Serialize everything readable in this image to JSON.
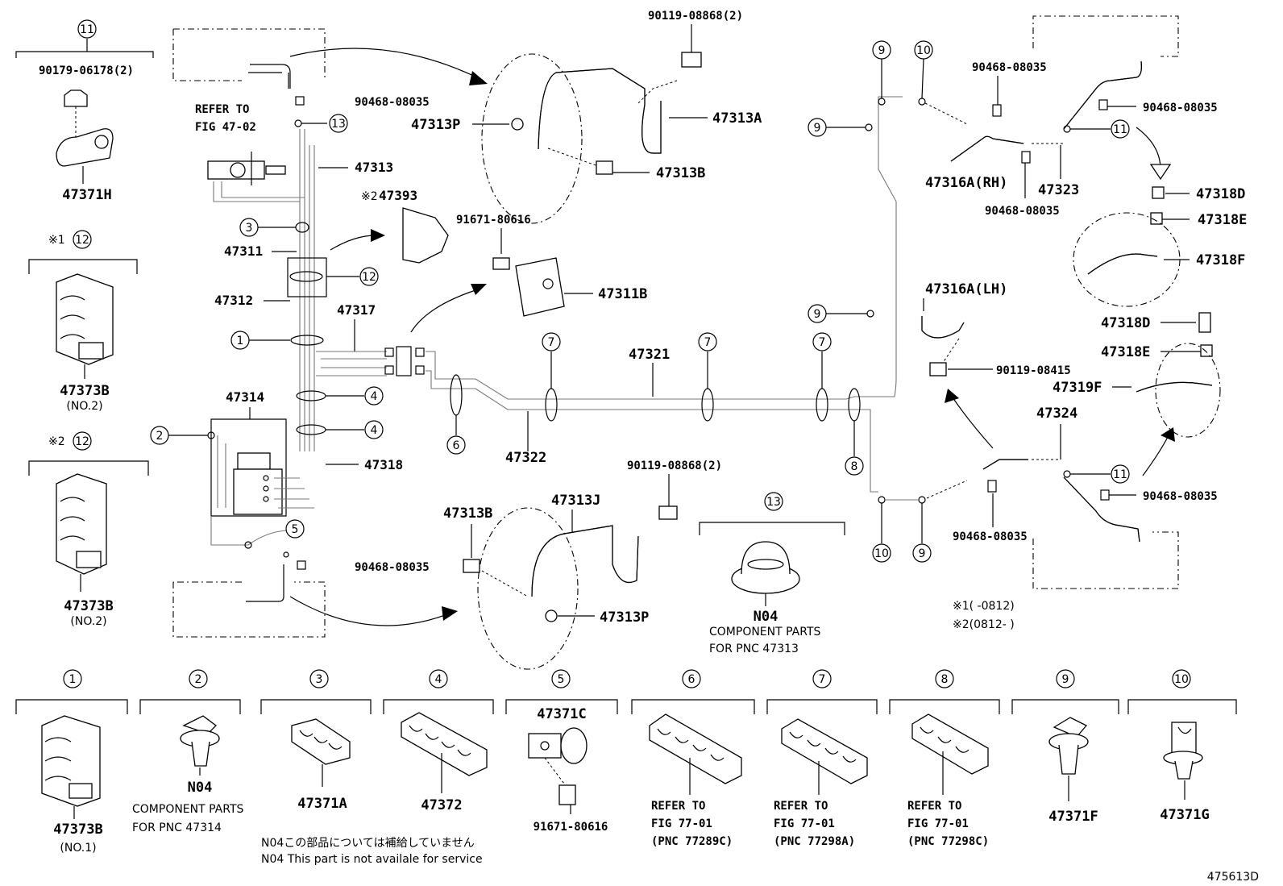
{
  "diagram": {
    "figure_id": "475613D",
    "callouts": {
      "c1": "1",
      "c2": "2",
      "c3": "3",
      "c4": "4",
      "c5": "5",
      "c6": "6",
      "c7": "7",
      "c8": "8",
      "c9": "9",
      "c10": "10",
      "c11": "11",
      "c12": "12",
      "c13": "13"
    },
    "labels": {
      "p90119_08868_top": "90119-08868(2)",
      "p90468_08035_a": "90468-08035",
      "p47313A": "47313A",
      "p47313P_top": "47313P",
      "p47313B_top": "47313B",
      "refer_fig_47_02_a": "REFER TO",
      "refer_fig_47_02_b": "FIG 47-02",
      "p47313": "47313",
      "p47393": "47393",
      "note_mark2_47393": "※2",
      "p91671_80616_top": "91671-80616",
      "p47311B": "47311B",
      "p47311": "47311",
      "p47312": "47312",
      "p47317": "47317",
      "p47321": "47321",
      "p47314": "47314",
      "p47318": "47318",
      "p47322": "47322",
      "p90119_08868_bottom": "90119-08868(2)",
      "p47313J": "47313J",
      "p47313B_bottom": "47313B",
      "p47313P_bottom": "47313P",
      "p90468_08035_b": "90468-08035",
      "n04_center": "N04",
      "n04_center_desc1": "COMPONENT PARTS",
      "n04_center_desc2": "FOR PNC 47313",
      "p90468_08035_r1": "90468-08035",
      "p90468_08035_r2": "90468-08035",
      "p90468_08035_r3": "90468-08035",
      "p90468_08035_r4": "90468-08035",
      "p90468_08035_r5": "90468-08035",
      "p47316A_RH": "47316A(RH)",
      "p47323": "47323",
      "p47316A_LH": "47316A(LH)",
      "p90119_08415": "90119-08415",
      "p47324": "47324",
      "p47318D_a": "47318D",
      "p47318E_a": "47318E",
      "p47318F": "47318F",
      "p47318D_b": "47318D",
      "p47318E_b": "47318E",
      "p47319F": "47319F",
      "note1": "※1(     -0812)",
      "note2": "※2(0812-     )",
      "p90179_06178": "90179-06178(2)",
      "p47371H": "47371H",
      "mark1": "※1",
      "mark2": "※2",
      "p47373B_a": "47373B",
      "p47373B_a_sub": "(NO.2)",
      "p47373B_b": "47373B",
      "p47373B_b_sub": "(NO.2)"
    },
    "bottom_row": [
      {
        "num": "1",
        "part": "47373B",
        "sub": "(NO.1)"
      },
      {
        "num": "2",
        "part": "N04",
        "sub": "COMPONENT PARTS",
        "sub2": "FOR PNC 47314"
      },
      {
        "num": "3",
        "part": "47371A"
      },
      {
        "num": "4",
        "part": "47372"
      },
      {
        "num": "5",
        "part": "47371C",
        "sub": "91671-80616"
      },
      {
        "num": "6",
        "refer1": "REFER TO",
        "refer2": "FIG 77-01",
        "refer3": "(PNC 77289C)"
      },
      {
        "num": "7",
        "refer1": "REFER TO",
        "refer2": "FIG 77-01",
        "refer3": "(PNC 77298A)"
      },
      {
        "num": "8",
        "refer1": "REFER TO",
        "refer2": "FIG 77-01",
        "refer3": "(PNC 77298C)"
      },
      {
        "num": "9",
        "part": "47371F"
      },
      {
        "num": "10",
        "part": "47371G"
      }
    ],
    "footnote_jp": "N04この部品については補給していません",
    "footnote_en": "N04 This part is not availale for service"
  }
}
